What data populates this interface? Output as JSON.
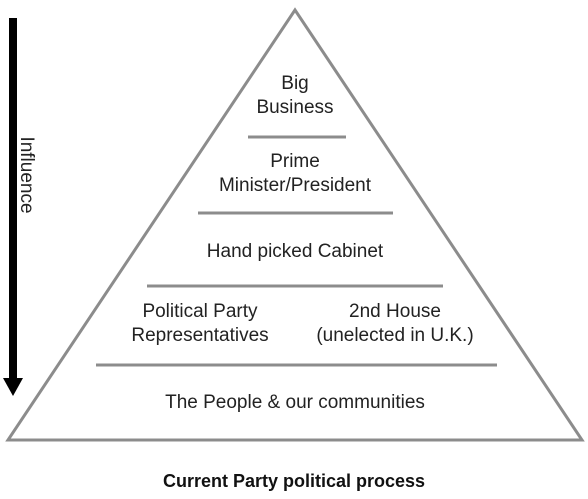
{
  "direction_label": "Influence",
  "tiers": {
    "top": [
      "Big",
      "Business"
    ],
    "second": [
      "Prime",
      "Minister/President"
    ],
    "third": "Hand picked Cabinet",
    "fourth_left": [
      "Political Party",
      "Representatives"
    ],
    "fourth_right": [
      "2nd House",
      "(unelected in U.K.)"
    ],
    "base": "The People & our communities"
  },
  "caption": "Current Party political process",
  "colors": {
    "outline": "#8c8c8c",
    "separator": "#8c8c8c",
    "arrow": "#000000",
    "text": "#222222"
  }
}
